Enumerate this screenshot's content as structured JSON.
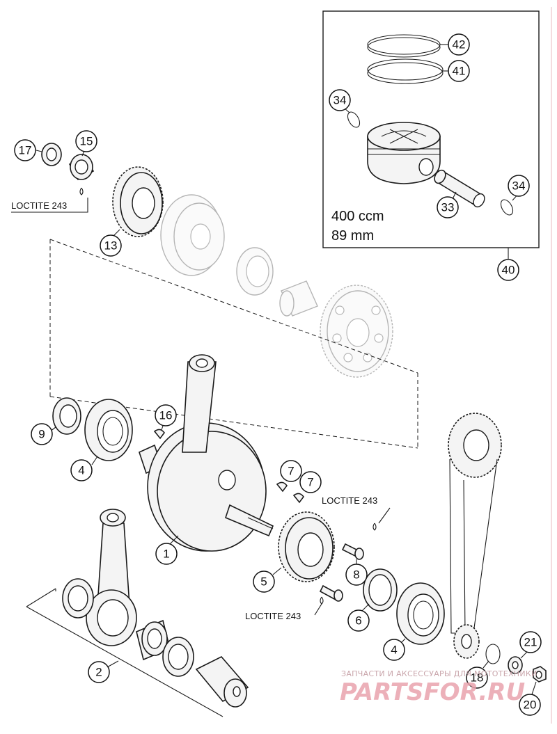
{
  "piston_kit": {
    "displacement": "400 ccm",
    "bore": "89 mm",
    "kit_number": "40"
  },
  "loctite_labels": [
    "LOCTITE 243",
    "LOCTITE 243",
    "LOCTITE 243"
  ],
  "callouts": {
    "c1": "1",
    "c2": "2",
    "c4a": "4",
    "c4b": "4",
    "c5": "5",
    "c6": "6",
    "c7a": "7",
    "c7b": "7",
    "c8": "8",
    "c9": "9",
    "c13": "13",
    "c15": "15",
    "c16": "16",
    "c17": "17",
    "c18": "18",
    "c20": "20",
    "c21": "21",
    "c33": "33",
    "c34a": "34",
    "c34b": "34",
    "c40": "40",
    "c41": "41",
    "c42": "42"
  },
  "watermark": {
    "caption": "ЗАПЧАСТИ И АКСЕССУАРЫ ДЛЯ МОТОТЕХНИКИ",
    "brand": "PARTSFOR.RU"
  },
  "colors": {
    "line": "#1a1a1a",
    "ghost_line": "#b5b5b5",
    "watermark": "#e9a3ad"
  }
}
